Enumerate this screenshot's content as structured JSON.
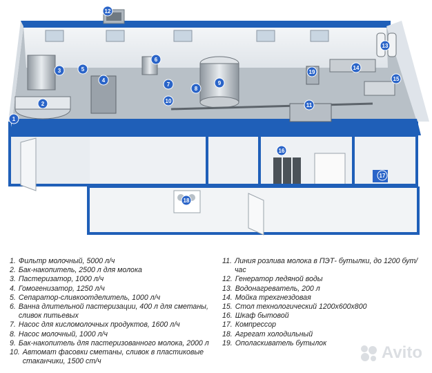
{
  "diagram": {
    "markers": [
      "1",
      "2",
      "3",
      "4",
      "5",
      "6",
      "7",
      "8",
      "9",
      "10",
      "11",
      "12",
      "13",
      "14",
      "15",
      "16",
      "17",
      "18",
      "19"
    ]
  },
  "legend": {
    "left": [
      {
        "num": "1.",
        "text": "Фильтр молочный, 5000 л/ч"
      },
      {
        "num": "2.",
        "text": "Бак-накопитель, 2500 л для молока"
      },
      {
        "num": "3.",
        "text": "Пастеризатор, 1000 л/ч"
      },
      {
        "num": "4.",
        "text": "Гомогенизатор, 1250 л/ч"
      },
      {
        "num": "5.",
        "text": "Сепаратор-сливкоотделитель, 1000 л/ч"
      },
      {
        "num": "6.",
        "text": "Ванна длительной пастеризации, 400 л для сметаны, сливок питьевых"
      },
      {
        "num": "7.",
        "text": "Насос для кисломолочных продуктов, 1600 л/ч"
      },
      {
        "num": "8.",
        "text": "Насос молочный, 1000 л/ч"
      },
      {
        "num": "9.",
        "text": "Бак-накопитель для пастеризованного молока, 2000 л"
      },
      {
        "num": "10.",
        "text": "Автомат фасовки сметаны, сливок в пластиковые стаканчики, 1500 ст/ч"
      }
    ],
    "right": [
      {
        "num": "11.",
        "text": "Линия розлива молока в ПЭТ- бутылки, до 1200 бут/час"
      },
      {
        "num": "12.",
        "text": "Генератор ледяной воды"
      },
      {
        "num": "13.",
        "text": "Водонагреватель, 200 л"
      },
      {
        "num": "14.",
        "text": "Мойка трехгнездовая"
      },
      {
        "num": "15.",
        "text": "Стол технологический 1200х600х800"
      },
      {
        "num": "16.",
        "text": "Шкаф бытовой"
      },
      {
        "num": "17.",
        "text": "Компрессор"
      },
      {
        "num": "18.",
        "text": "Агрегат холодильный"
      },
      {
        "num": "19.",
        "text": "Ополаскиватель бутылок"
      }
    ]
  },
  "watermark": {
    "text": "Avito"
  },
  "colors": {
    "frame": "#1f5fb8",
    "marker": "#2a64c8",
    "wall": "#e9edf1",
    "floor": "#b9c1c8"
  }
}
